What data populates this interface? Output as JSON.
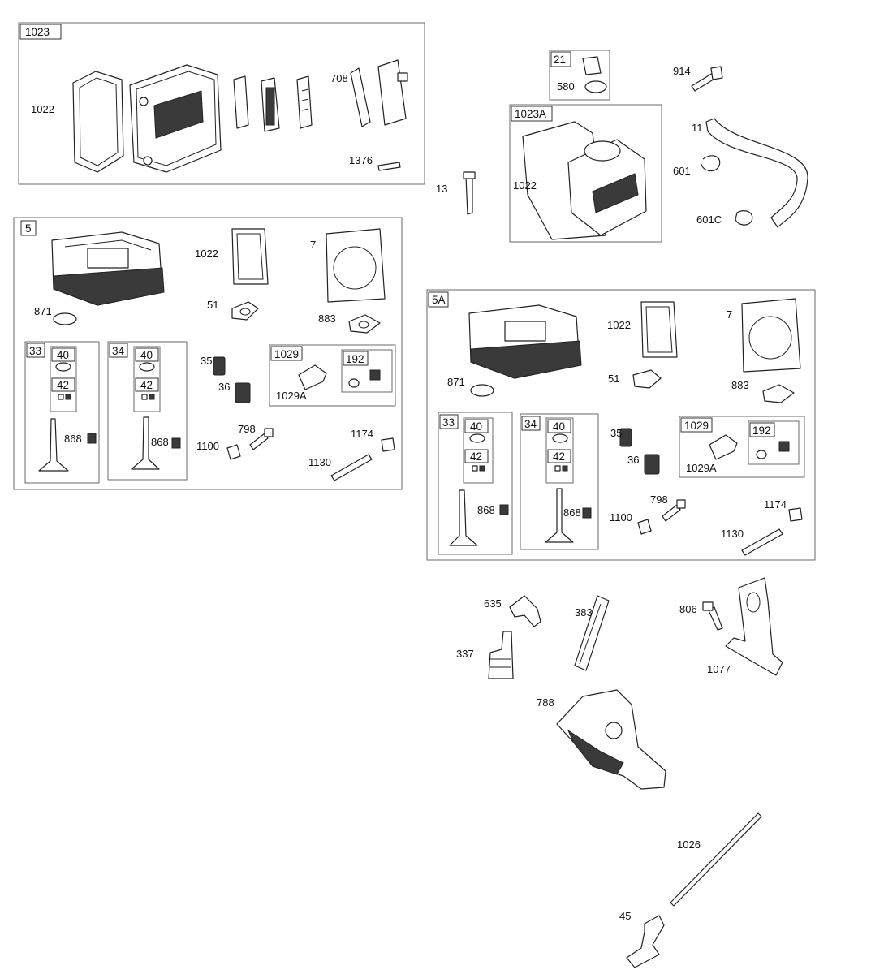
{
  "groups": {
    "g1023": "1023",
    "g5": "5",
    "g33": "33",
    "g34": "34",
    "g1029": "1029",
    "g192": "192",
    "g40a": "40",
    "g42a": "42",
    "g40b": "40",
    "g42b": "42",
    "g21": "21",
    "g1023A": "1023A",
    "g5A": "5A",
    "g33A": "33",
    "g34A": "34",
    "g1029A": "1029",
    "g192A": "192",
    "g40c": "40",
    "g42c": "42",
    "g40d": "40",
    "g42d": "42"
  },
  "labels": {
    "p1022a": "1022",
    "p708": "708",
    "p1376": "1376",
    "p580": "580",
    "p914": "914",
    "p11": "11",
    "p601": "601",
    "p601C": "601C",
    "p13": "13",
    "p1022b": "1022",
    "p1022c": "1022",
    "p7a": "7",
    "p871a": "871",
    "p51a": "51",
    "p883a": "883",
    "p35a": "35",
    "p36a": "36",
    "p1029Aa": "1029A",
    "p868a": "868",
    "p868b": "868",
    "p798a": "798",
    "p1100a": "1100",
    "p1174a": "1174",
    "p1130a": "1130",
    "p1022d": "1022",
    "p7b": "7",
    "p871b": "871",
    "p51b": "51",
    "p883b": "883",
    "p35b": "35",
    "p36b": "36",
    "p1029Ab": "1029A",
    "p868c": "868",
    "p868d": "868",
    "p798b": "798",
    "p1100b": "1100",
    "p1174b": "1174",
    "p1130b": "1130",
    "p635": "635",
    "p383": "383",
    "p806": "806",
    "p337": "337",
    "p1077": "1077",
    "p788": "788",
    "p1026": "1026",
    "p45": "45"
  }
}
